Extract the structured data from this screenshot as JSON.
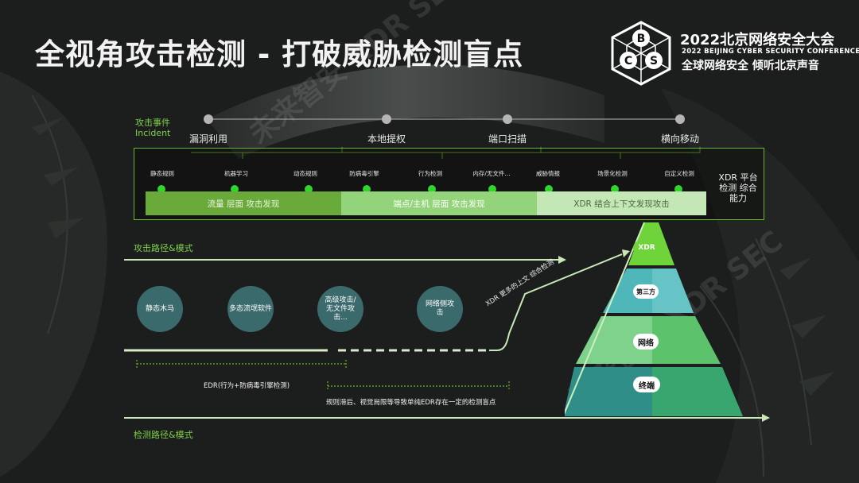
{
  "header": {
    "title": "全视角攻击检测 - 打破威胁检测盲点",
    "conference_year": "2022北京网络安全大会",
    "conference_en": "2022 BEIJING CYBER SECURITY CONFERENCE",
    "conference_slogan": "全球网络安全 倾听北京声音",
    "logo_letters": [
      "B",
      "C",
      "S"
    ]
  },
  "incident": {
    "label_cn": "攻击事件",
    "label_en": "Incident",
    "stages": [
      "漏洞利用",
      "本地提权",
      "端口扫描",
      "横向移动"
    ]
  },
  "techniques": [
    "静态规则",
    "机器学习",
    "动态规则",
    "防病毒引擎",
    "行为检测",
    "内存/无文件...",
    "威胁情报",
    "场景化检测",
    "自定义检测"
  ],
  "bands": [
    {
      "label": "流量 层面 攻击发现",
      "color": "#6aaa3a"
    },
    {
      "label": "端点/主机 层面 攻击发现",
      "color": "#93d47a"
    },
    {
      "label": "XDR 结合上下文发现攻击",
      "color": "#c3e7b5"
    }
  ],
  "xdr_capability": "XDR 平台检测 综合能力",
  "attack_path": {
    "label": "攻击路径&模式",
    "threats": [
      "静态木马",
      "多态流氓软件",
      "高级攻击/无文件攻击...",
      "网络侧攻击"
    ]
  },
  "edr_note": "EDR(行为+防病毒引擎检测)",
  "blind_spot_note": "规则滞后、视觉局限等导致单纯EDR存在一定的检测盲点",
  "xdr_context_note": "XDR 更多的上文 综合检测",
  "detection_path_label": "检测路径&模式",
  "pyramid": {
    "layers": [
      {
        "label": "XDR",
        "color": "#6ed43a"
      },
      {
        "label": "第三方",
        "color": "#4fb7b9"
      },
      {
        "label": "网络",
        "color": "#5cc26b"
      },
      {
        "label": "终端",
        "color": "#2f8f88"
      }
    ]
  },
  "colors": {
    "accent": "#7fd14a",
    "dot": "#2ed62e",
    "bg": "#1b1d1c"
  },
  "watermark": "未来智安 XDR SEC"
}
